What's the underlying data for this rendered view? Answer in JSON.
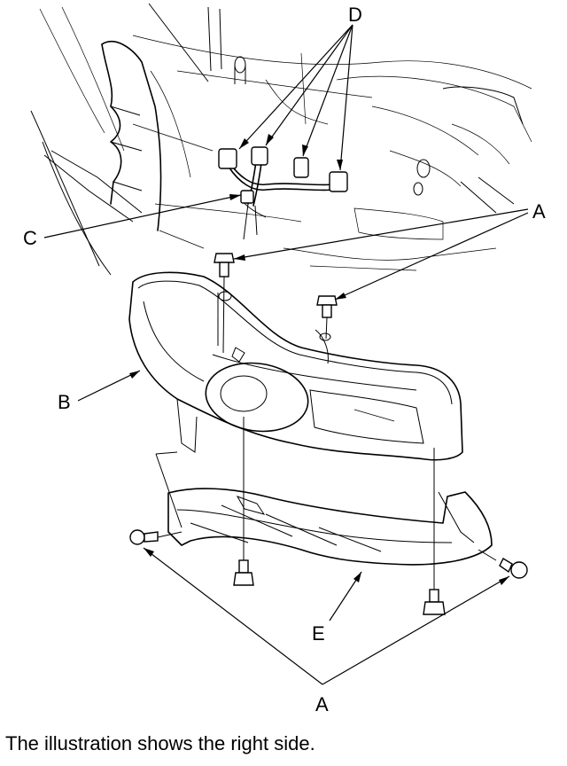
{
  "callouts": {
    "a_upper": "A",
    "a_lower": "A",
    "b": "B",
    "c": "C",
    "d": "D",
    "e": "E"
  },
  "caption": "The illustration shows the right side."
}
